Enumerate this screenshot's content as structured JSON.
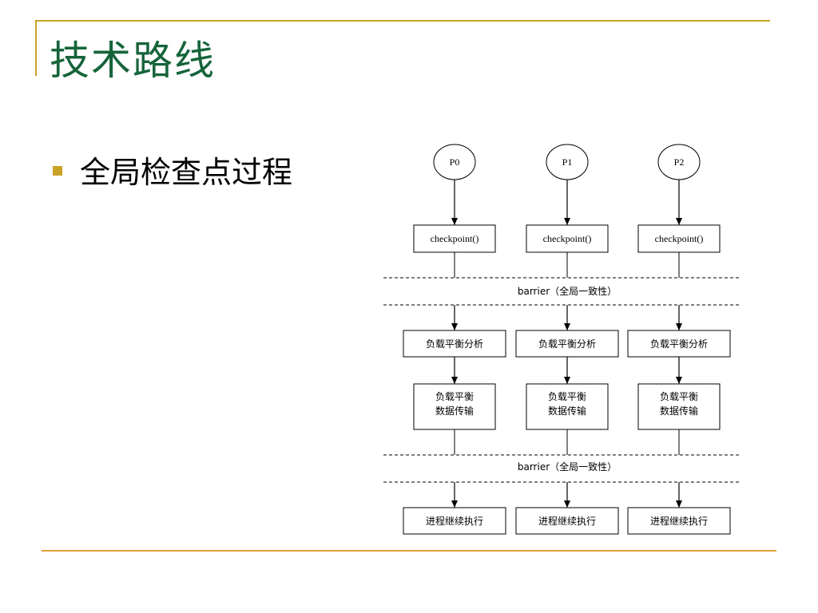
{
  "slide": {
    "title": "技术路线",
    "bullet": "全局检查点过程"
  },
  "diagram": {
    "processes": [
      "P0",
      "P1",
      "P2"
    ],
    "checkpoint_label": "checkpoint()",
    "barrier_label": "barrier（全局一致性）",
    "analysis_label": "负载平衡分析",
    "transfer_label_line1": "负载平衡",
    "transfer_label_line2": "数据传输",
    "resume_label": "进程继续执行"
  },
  "colors": {
    "title": "#16643a",
    "accent": "#c9a227",
    "bottom_rule": "#e0a030"
  }
}
